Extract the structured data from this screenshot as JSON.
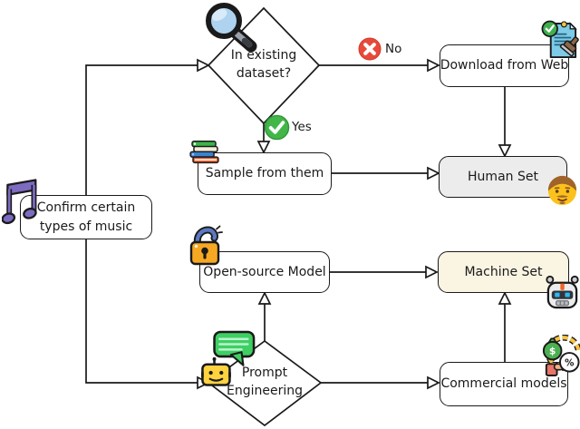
{
  "figure": {
    "type": "flowchart",
    "background": "#ffffff",
    "ink": "#1a1a1a"
  },
  "nodes": {
    "confirm": {
      "line1": "Confirm certain",
      "line2": "types of music",
      "icon": "music-note-icon",
      "shape": "rounded-box"
    },
    "dataset_question": {
      "line1": "In existing",
      "line2": "dataset?",
      "icon": "magnifier-icon",
      "shape": "diamond"
    },
    "download": {
      "label": "Download from Web",
      "icon": "stamped-document-icon",
      "shape": "rounded-box"
    },
    "sample": {
      "label": "Sample from them",
      "icon": "books-icon",
      "shape": "rounded-box"
    },
    "human_set": {
      "label": "Human Set",
      "icon": "man-face-icon",
      "bg": "#ececec",
      "shape": "rounded-box"
    },
    "open_source": {
      "label": "Open-source Model",
      "icon": "open-lock-icon",
      "shape": "rounded-box"
    },
    "machine_set": {
      "label": "Machine Set",
      "icon": "robot-head-icon",
      "bg": "#faf4e3",
      "shape": "rounded-box"
    },
    "prompt": {
      "line1": "Prompt",
      "line2": "Engineering",
      "icon": "chat-robot-icon",
      "shape": "diamond"
    },
    "commercial": {
      "label": "Commercial models",
      "icon": "money-commerce-icon",
      "shape": "rounded-box"
    }
  },
  "edge_labels": {
    "no": {
      "label": "No",
      "icon": "cross-circle-icon",
      "color": "#e8493a"
    },
    "yes": {
      "label": "Yes",
      "icon": "check-circle-icon",
      "color": "#43b649"
    }
  },
  "icons": {
    "dollar_glyph": "$",
    "percent_glyph": "%"
  },
  "colors": {
    "ink": "#1a1a1a",
    "no_red": "#e8493a",
    "yes_green": "#43b649",
    "note_purple": "#7d6bc2",
    "lock_orange": "#f7a823",
    "shackle_blue": "#5b79c1",
    "bubble_green": "#3ecf63",
    "robot_yellow": "#ffd23f",
    "human_set_bg": "#ececec",
    "machine_set_bg": "#faf4e3",
    "lens_blue": "#aed3f0",
    "document_blue": "#7ecbe8"
  }
}
